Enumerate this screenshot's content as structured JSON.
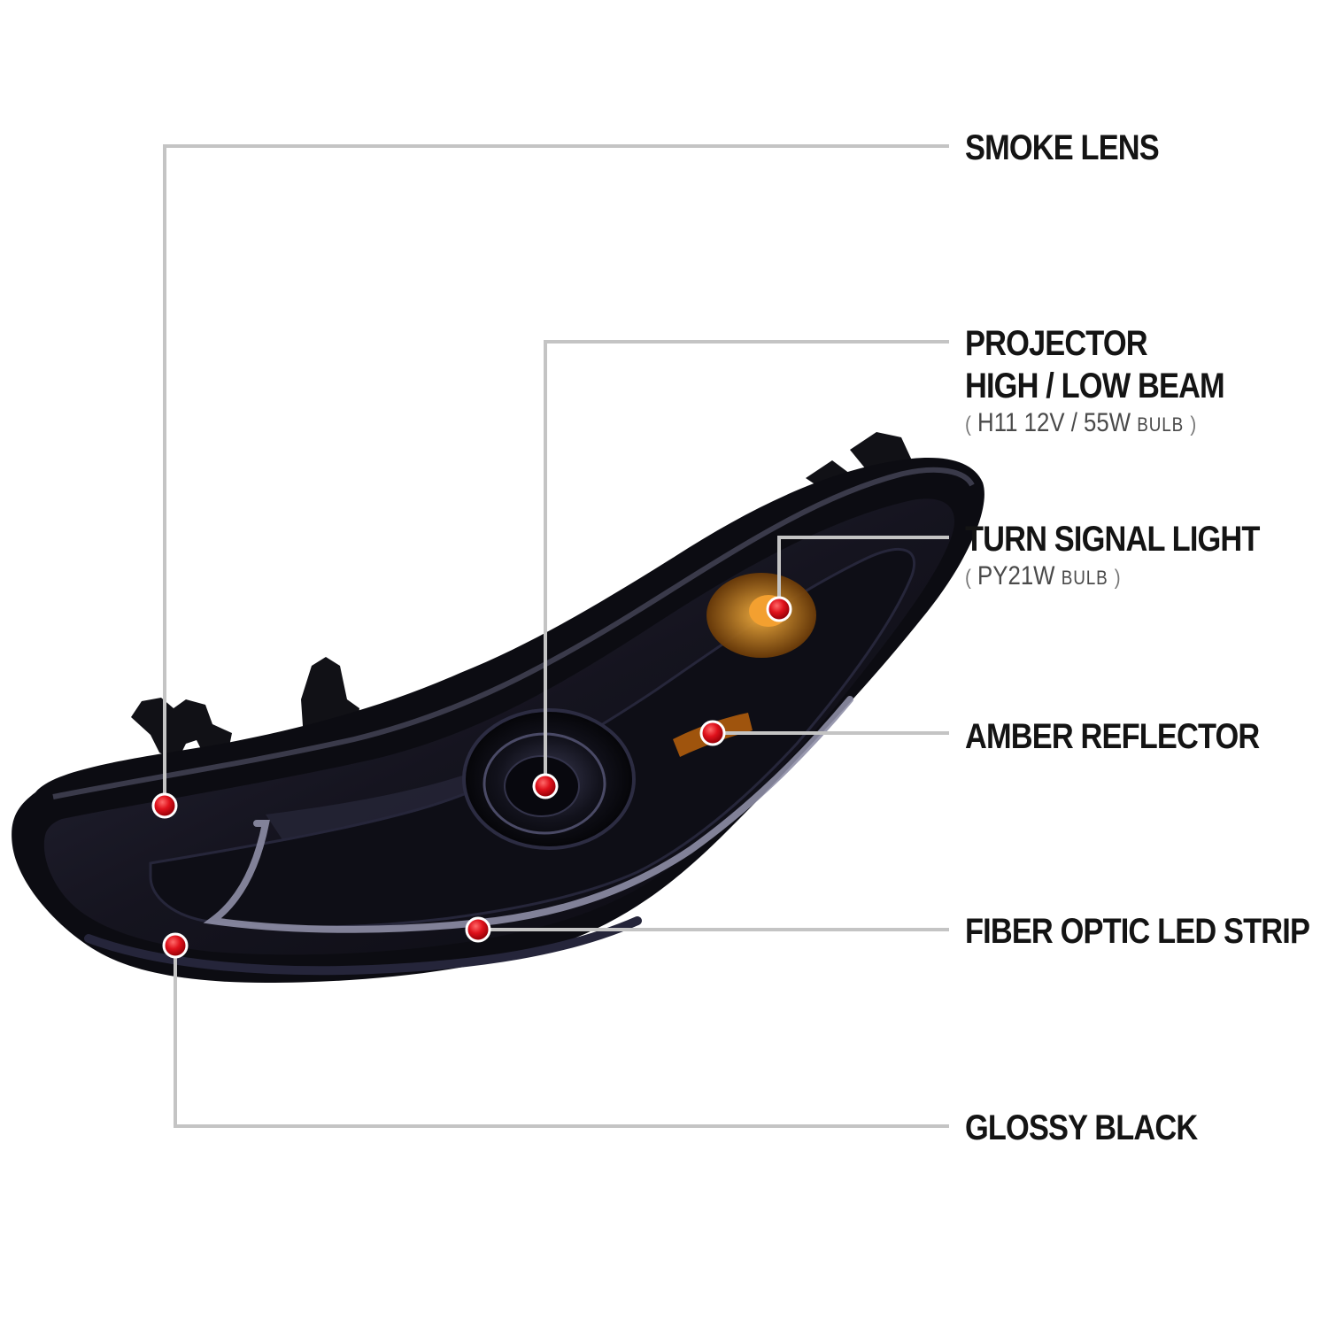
{
  "callouts": {
    "smoke_lens": {
      "title": "SMOKE LENS"
    },
    "projector": {
      "title_line1": "PROJECTOR",
      "title_line2": "HIGH / LOW BEAM",
      "open_paren": "(",
      "bulb_spec": "H11  12V / 55W",
      "bulb_word": "BULB",
      "close_paren": ")"
    },
    "turn_signal": {
      "title": "TURN SIGNAL LIGHT",
      "open_paren": "(",
      "bulb_spec": "PY21W",
      "bulb_word": "BULB",
      "close_paren": ")"
    },
    "amber_reflector": {
      "title": "AMBER REFLECTOR"
    },
    "fiber_optic": {
      "title": "FIBER OPTIC LED STRIP"
    },
    "glossy_black": {
      "title": "GLOSSY BLACK"
    }
  },
  "colors": {
    "leader_line": "#c4c4c4",
    "marker_red": "#e0121c",
    "housing_dark": "#14141c",
    "lens_smoke": "#1c1a2c",
    "amber": "#e89020",
    "led_strip": "#8e8ea6"
  }
}
